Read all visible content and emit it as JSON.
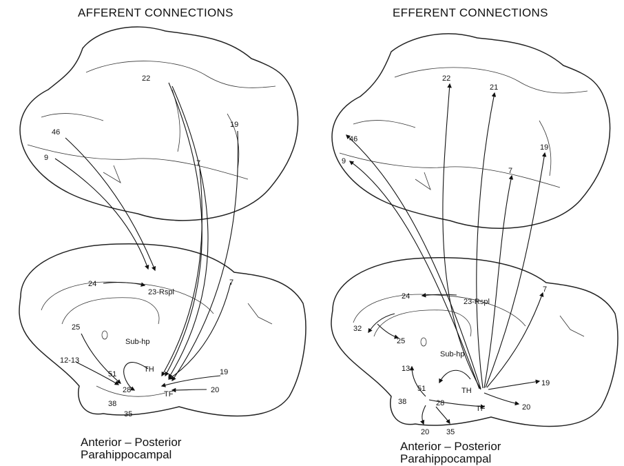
{
  "afferent": {
    "title": "AFFERENT CONNECTIONS",
    "caption_line1": "Anterior – Posterior",
    "caption_line2": "Parahippocampal",
    "labels": {
      "a22": "22",
      "a19": "19",
      "a46": "46",
      "a9": "9",
      "a7top": "7",
      "a24": "24",
      "a23": "23-Rspl",
      "a7mid": "7",
      "a25": "25",
      "asub": "Sub-hp",
      "a1213": "12-13",
      "a51": "51",
      "ath": "TH",
      "a28": "28",
      "atf": "TF",
      "a19b": "19",
      "a20": "20",
      "a38": "38",
      "a35": "35"
    }
  },
  "efferent": {
    "title": "EFFERENT CONNECTIONS",
    "caption_line1": "Anterior – Posterior",
    "caption_line2": "Parahippocampal",
    "labels": {
      "e22": "22",
      "e21": "21",
      "e19": "19",
      "e46": "46",
      "e9": "9",
      "e7top": "7",
      "e24": "24",
      "e23": "23-Rspl",
      "e32": "32",
      "e25": "25",
      "e7mid": "7",
      "esub": "Sub-hp",
      "e13": "13",
      "e51": "51",
      "eth": "TH",
      "e38": "38",
      "e28": "28",
      "etf": "TF",
      "e19b": "19",
      "e20": "20",
      "e20b": "20",
      "e35": "35"
    }
  }
}
